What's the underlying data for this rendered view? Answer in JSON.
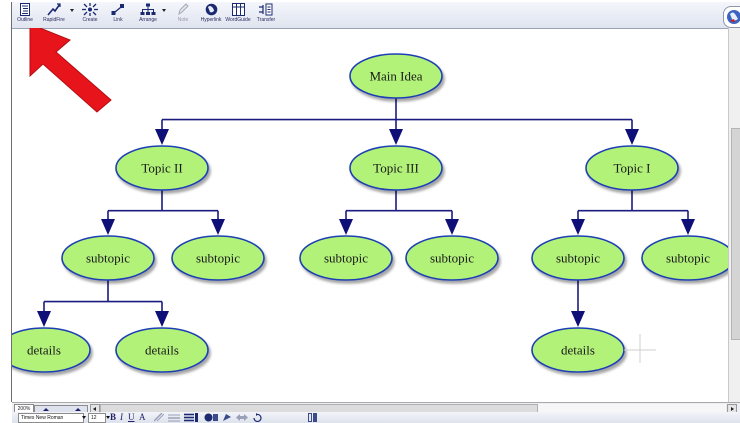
{
  "toolbar": {
    "buttons": [
      {
        "name": "outline",
        "label": "Outline",
        "icon": "outline-icon"
      },
      {
        "name": "rapidfire",
        "label": "RapidFire",
        "icon": "rapidfire-icon"
      },
      {
        "name": "create",
        "label": "Create",
        "icon": "create-icon"
      },
      {
        "name": "link",
        "label": "Link",
        "icon": "link-icon"
      },
      {
        "name": "arrange",
        "label": "Arrange",
        "icon": "arrange-icon"
      },
      {
        "name": "note",
        "label": "Note",
        "icon": "note-icon",
        "disabled": true
      },
      {
        "name": "hyperlink",
        "label": "Hyperlink",
        "icon": "globe-icon"
      },
      {
        "name": "wordguide",
        "label": "WordGuide",
        "icon": "wordguide-icon"
      },
      {
        "name": "transfer",
        "label": "Transfer",
        "icon": "transfer-icon"
      }
    ]
  },
  "diagram": {
    "node_fill": "#b2f279",
    "node_stroke": "#1f3fb3",
    "line_color": "#1b1b80",
    "nodes": [
      {
        "id": "main",
        "label": "Main Idea"
      },
      {
        "id": "t2",
        "label": "Topic II"
      },
      {
        "id": "t3",
        "label": "Topic III"
      },
      {
        "id": "t1",
        "label": "Topic I"
      },
      {
        "id": "s1",
        "label": "subtopic"
      },
      {
        "id": "s2",
        "label": "subtopic"
      },
      {
        "id": "s3",
        "label": "subtopic"
      },
      {
        "id": "s4",
        "label": "subtopic"
      },
      {
        "id": "s5",
        "label": "subtopic"
      },
      {
        "id": "s6",
        "label": "subtopic"
      },
      {
        "id": "d1",
        "label": "details"
      },
      {
        "id": "d2",
        "label": "details"
      },
      {
        "id": "d3",
        "label": "details"
      }
    ],
    "links": [
      {
        "from": "main",
        "to": [
          "t2",
          "t3",
          "t1"
        ]
      },
      {
        "from": "t2",
        "to": [
          "s1",
          "s2"
        ]
      },
      {
        "from": "t3",
        "to": [
          "s3",
          "s4"
        ]
      },
      {
        "from": "t1",
        "to": [
          "s5",
          "s6"
        ]
      },
      {
        "from": "s1",
        "to": [
          "d1",
          "d2"
        ]
      },
      {
        "from": "s5",
        "to": [
          "d3"
        ]
      }
    ]
  },
  "annotation": {
    "color": "#e8141b"
  },
  "statusbar": {
    "zoom": "200%",
    "font_name": "Times New Roman",
    "font_size": "12",
    "bold_label": "B",
    "italic_label": "I",
    "underline_label": "U",
    "text_color_label": "A"
  }
}
